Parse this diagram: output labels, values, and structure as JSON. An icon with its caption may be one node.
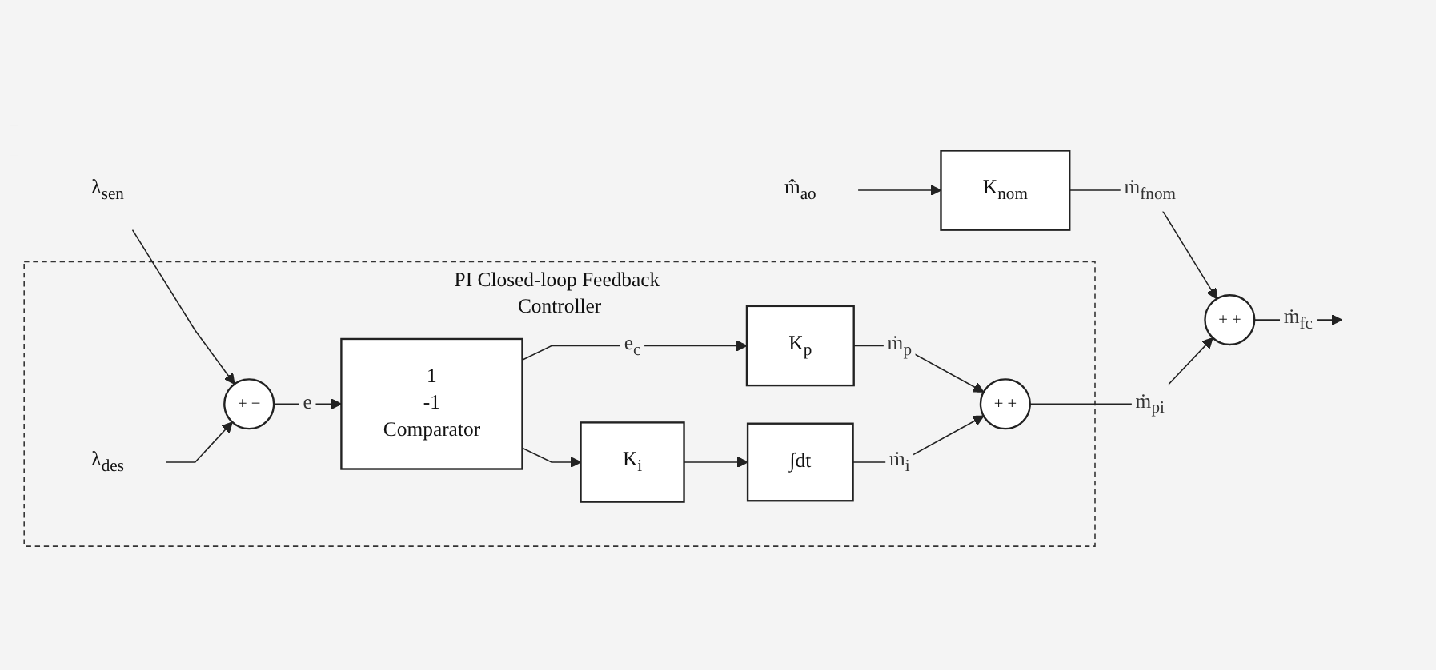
{
  "diagram": {
    "nodes": [
      {
        "text": [
          "m̂̇$_{ao}$"
        ]
      },
      {
        "text": [
          "K$_{nom}$"
        ]
      },
      {
        "text": [
          "+",
          "+"
        ]
      },
      {
        "text": [
          "PI Closed-loop Feedback Controller"
        ]
      },
      {
        "text": [
          "λ$_{sen}$"
        ]
      },
      {
        "text": [
          "+",
          "−"
        ],
        "in": 3
      },
      {
        "text": [
          "1",
          "-1",
          "Comparator"
        ],
        "in": 3
      },
      {
        "text": [
          "K$_{p}$"
        ],
        "in": 3
      },
      {
        "text": [
          "+",
          "+"
        ],
        "in": 3
      },
      {
        "text": [
          "K$_{i}$"
        ],
        "in": 3
      },
      {
        "text": [
          "∫dt"
        ],
        "in": 3
      },
      {
        "text": [
          "λ$_{des}$"
        ],
        "in": 3
      }
    ],
    "edges": [
      {
        "from": 0,
        "to": 1,
        "arrow": "to"
      },
      {
        "from": 1,
        "to": 2,
        "arrow": "to",
        "label": "ṁ$_{fnom}$"
      },
      {
        "from": 2,
        "to": null,
        "arrow": "to",
        "label": "ṁ$_{fc}$"
      },
      {
        "from": 4,
        "to": 5,
        "arrow": "to"
      },
      {
        "from": 11,
        "to": 5,
        "arrow": "to"
      },
      {
        "from": 5,
        "to": 6,
        "arrow": "to",
        "label": "e"
      },
      {
        "from": 6,
        "to": 7,
        "arrow": "to",
        "label": "e$_{c}$"
      },
      {
        "from": 6,
        "to": 9,
        "arrow": "to"
      },
      {
        "from": 7,
        "to": 8,
        "arrow": "to",
        "label": "ṁ$_{p}$"
      },
      {
        "from": 9,
        "to": 10,
        "arrow": "to"
      },
      {
        "from": 10,
        "to": 8,
        "arrow": "to",
        "label": "ṁ$_{i}$"
      },
      {
        "from": 8,
        "to": 2,
        "arrow": "to",
        "label": "ṁ$_{pi}$"
      }
    ]
  }
}
